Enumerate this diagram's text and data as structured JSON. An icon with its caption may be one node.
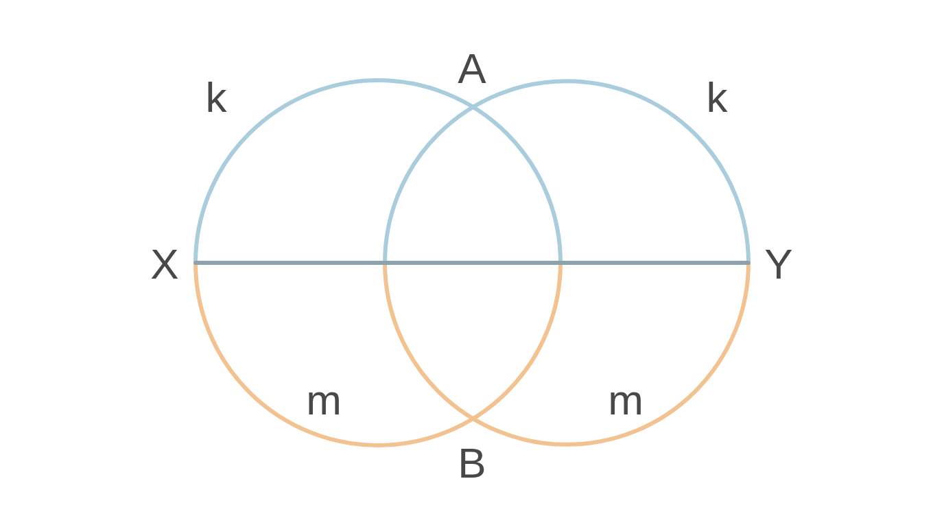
{
  "diagram": {
    "labels": [
      "A",
      "k",
      "k",
      "X",
      "Y",
      "m",
      "m",
      "B"
    ]
  }
}
